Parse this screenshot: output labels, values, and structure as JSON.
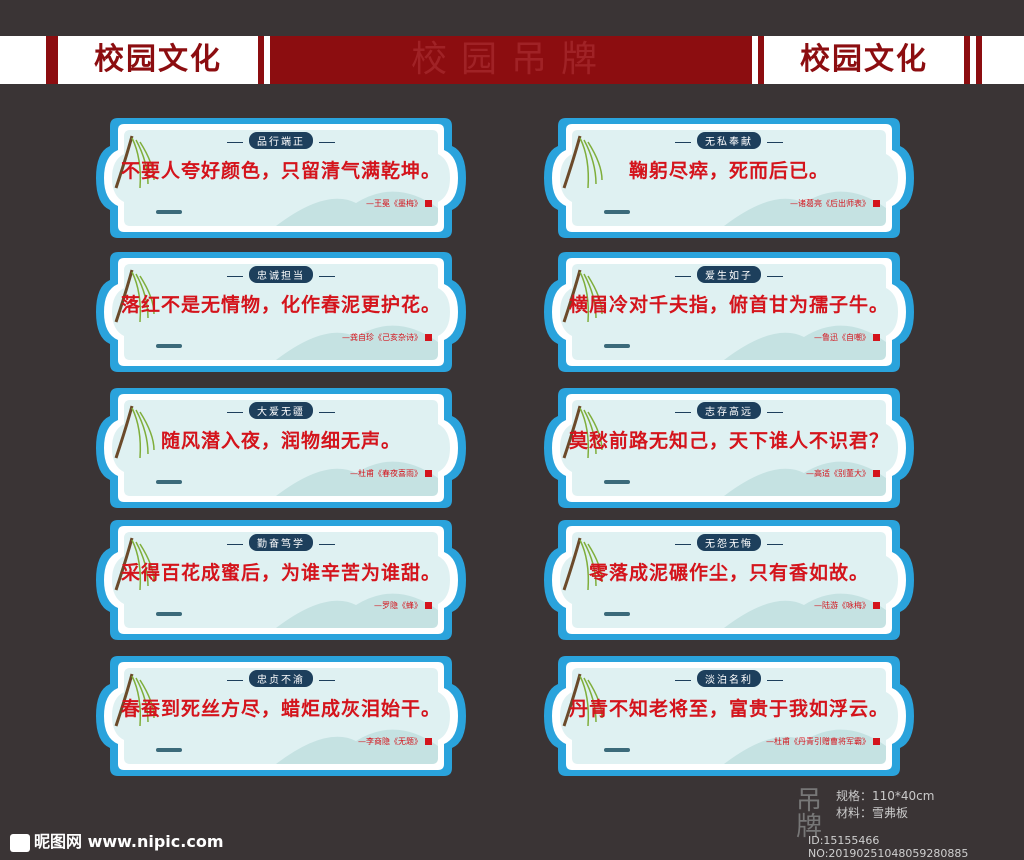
{
  "header": {
    "left_title": "校园文化",
    "center_title": "校园吊牌",
    "right_title": "校园文化"
  },
  "signs": [
    {
      "tag": "品行端正",
      "verse": "不要人夸好颜色，只留清气满乾坤。",
      "attribution": "—王冕《墨梅》"
    },
    {
      "tag": "无私奉献",
      "verse": "鞠躬尽瘁，死而后已。",
      "attribution": "—诸葛亮《后出师表》"
    },
    {
      "tag": "忠诚担当",
      "verse": "落红不是无情物，化作春泥更护花。",
      "attribution": "—龚自珍《己亥杂诗》"
    },
    {
      "tag": "爱生如子",
      "verse": "横眉冷对千夫指，俯首甘为孺子牛。",
      "attribution": "—鲁迅《自嘲》"
    },
    {
      "tag": "大爱无疆",
      "verse": "随风潜入夜，润物细无声。",
      "attribution": "—杜甫《春夜喜雨》"
    },
    {
      "tag": "志存高远",
      "verse": "莫愁前路无知己，天下谁人不识君？",
      "attribution": "—高适《别董大》"
    },
    {
      "tag": "勤奋笃学",
      "verse": "采得百花成蜜后，为谁辛苦为谁甜。",
      "attribution": "—罗隐《蜂》"
    },
    {
      "tag": "无怨无悔",
      "verse": "零落成泥碾作尘，只有香如故。",
      "attribution": "—陆游《咏梅》"
    },
    {
      "tag": "忠贞不渝",
      "verse": "春蚕到死丝方尽，蜡炬成灰泪始干。",
      "attribution": "—李商隐《无题》"
    },
    {
      "tag": "淡泊名利",
      "verse": "丹青不知老将至，富贵于我如浮云。",
      "attribution": "—杜甫《丹青引赠曹将军霸》"
    }
  ],
  "spec": {
    "badge": "吊牌",
    "size_label": "规格：110*40cm",
    "material_label": "材料：雪弗板",
    "id_line": "ID:15155466 NO:20190251048059280885"
  },
  "watermark": "昵图网 www.nipic.com",
  "colors": {
    "frame": "#2aa3dc",
    "verse": "#d4141c",
    "brand": "#8c0d10",
    "background": "#3a3435"
  }
}
